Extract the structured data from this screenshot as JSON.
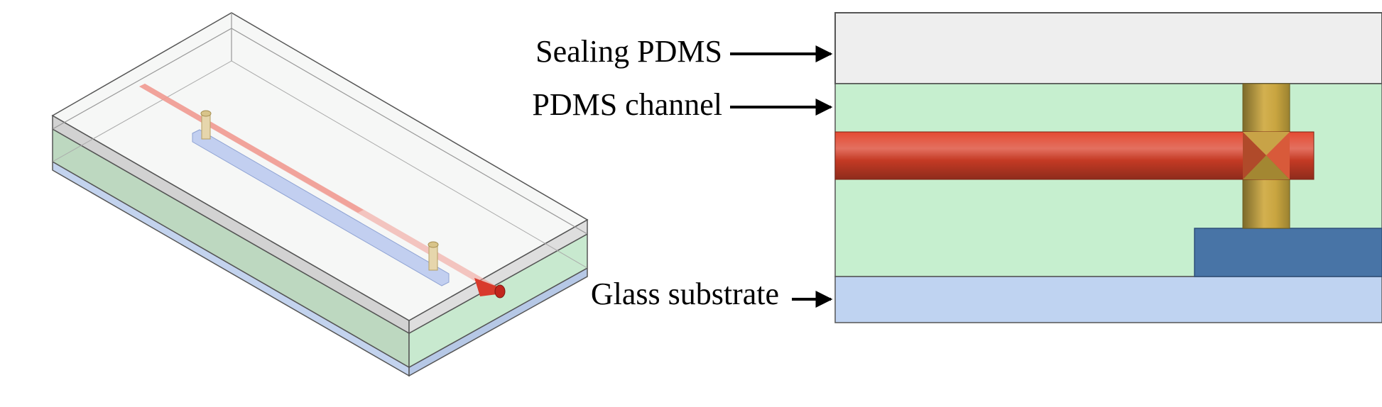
{
  "labels": {
    "sealing": "Sealing PDMS",
    "channel": "PDMS channel",
    "substrate": "Glass substrate"
  },
  "colors": {
    "sealing_layer": "#eeeeee",
    "channel_layer": "#c6efcf",
    "substrate_layer": "#bfd3f1",
    "red_channel": "#e0432c",
    "gold_via": "#c9a84a",
    "blue_electrode": "#4874a6",
    "blue_channel_3d": "#b9c8ee",
    "outline": "#555555"
  }
}
